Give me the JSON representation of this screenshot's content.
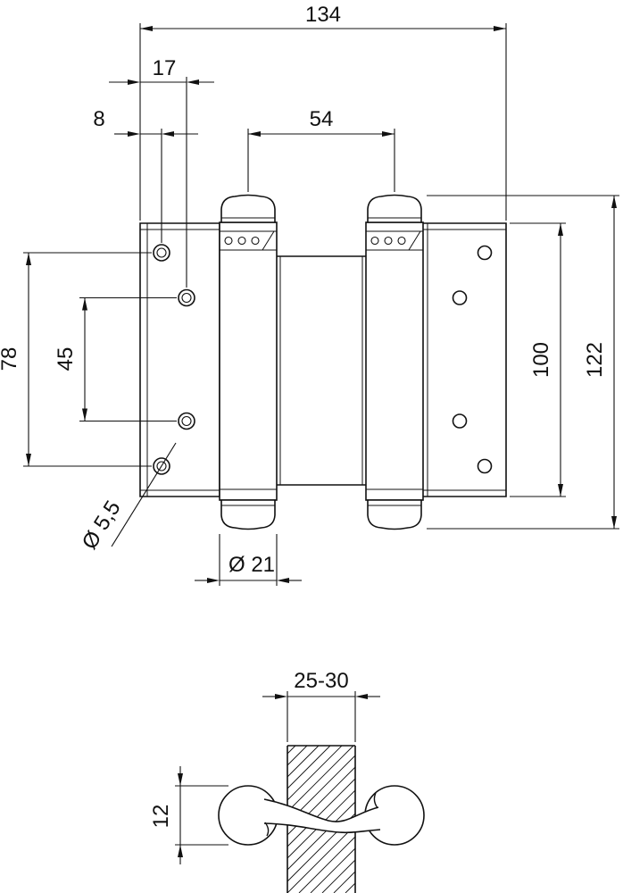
{
  "drawing": {
    "dims": {
      "overall_width": "134",
      "offset_outer_hole": "8",
      "offset_inner_hole": "17",
      "barrel_center_distance": "54",
      "outer_hole_span": "78",
      "inner_hole_span": "45",
      "leaf_height": "100",
      "overall_height": "122",
      "screw_hole_diameter": "Ø 5,5",
      "barrel_diameter": "Ø 21",
      "door_thickness": "25-30",
      "knuckle_height": "12"
    },
    "colors": {
      "line": "#111111",
      "background": "#ffffff"
    }
  }
}
